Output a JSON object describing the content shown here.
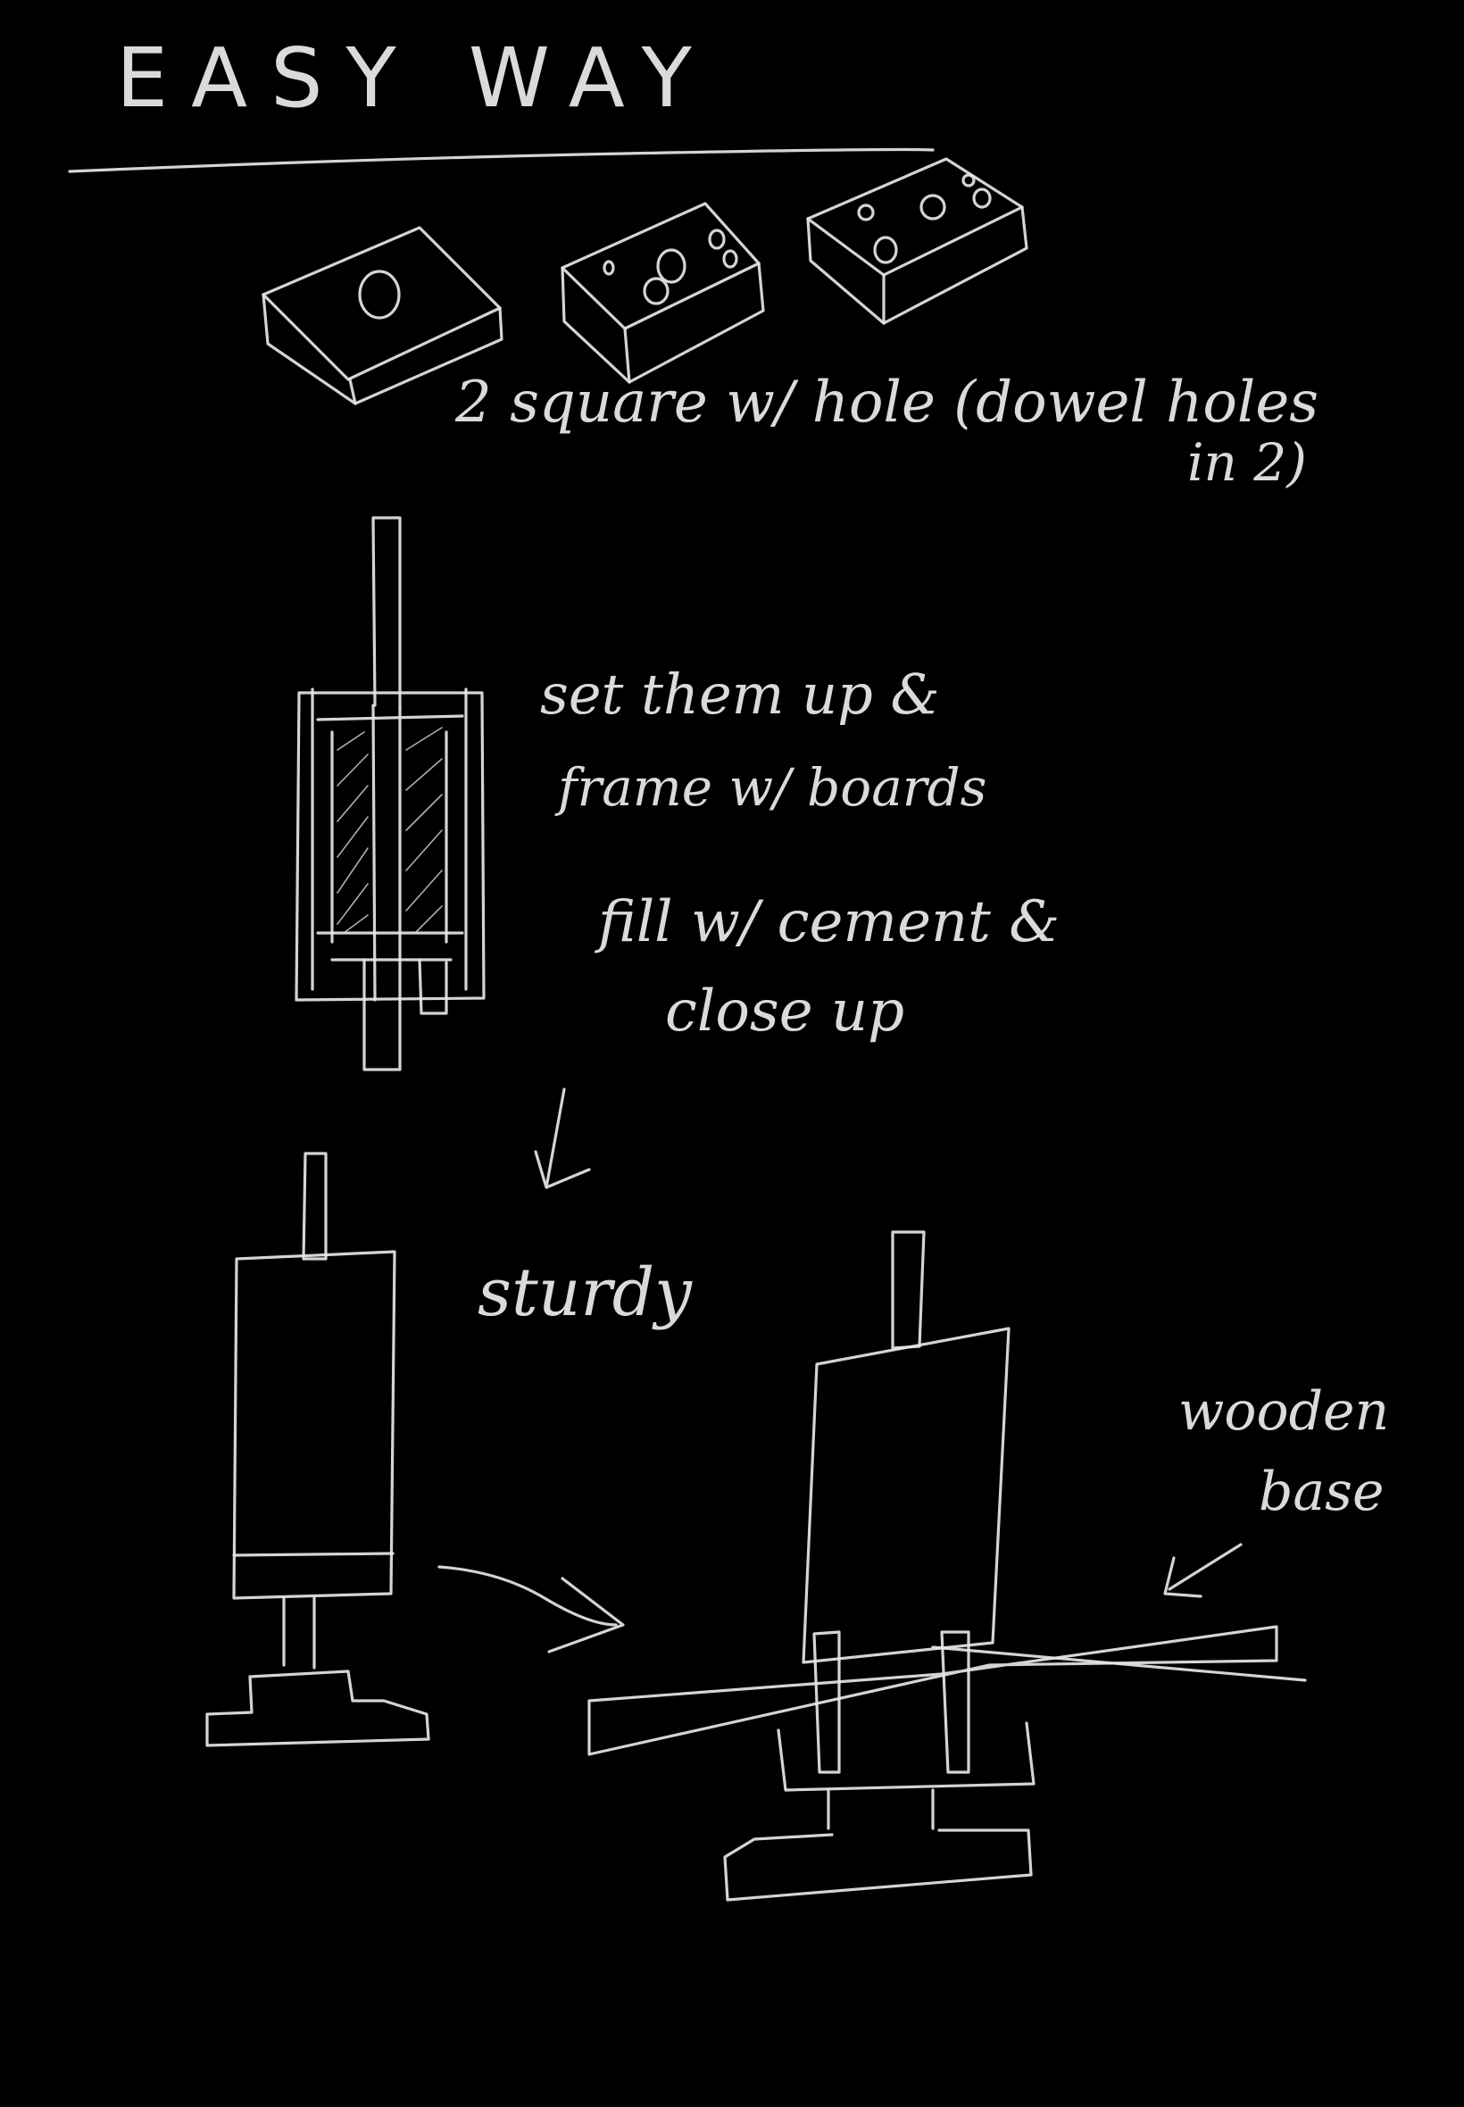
{
  "title": "EASY WAY",
  "notes": {
    "squares_line1": "2 square w/ hole (dowel holes",
    "squares_line2": "in 2)",
    "setup_line1": "set them up &",
    "setup_line2": "frame w/ boards",
    "fill_line1": "fill w/ cement &",
    "fill_line2": "close up",
    "sturdy": "sturdy",
    "base_line1": "wooden",
    "base_line2": "base"
  },
  "colors": {
    "background": "#000000",
    "chalk": "#e6e6e6"
  }
}
